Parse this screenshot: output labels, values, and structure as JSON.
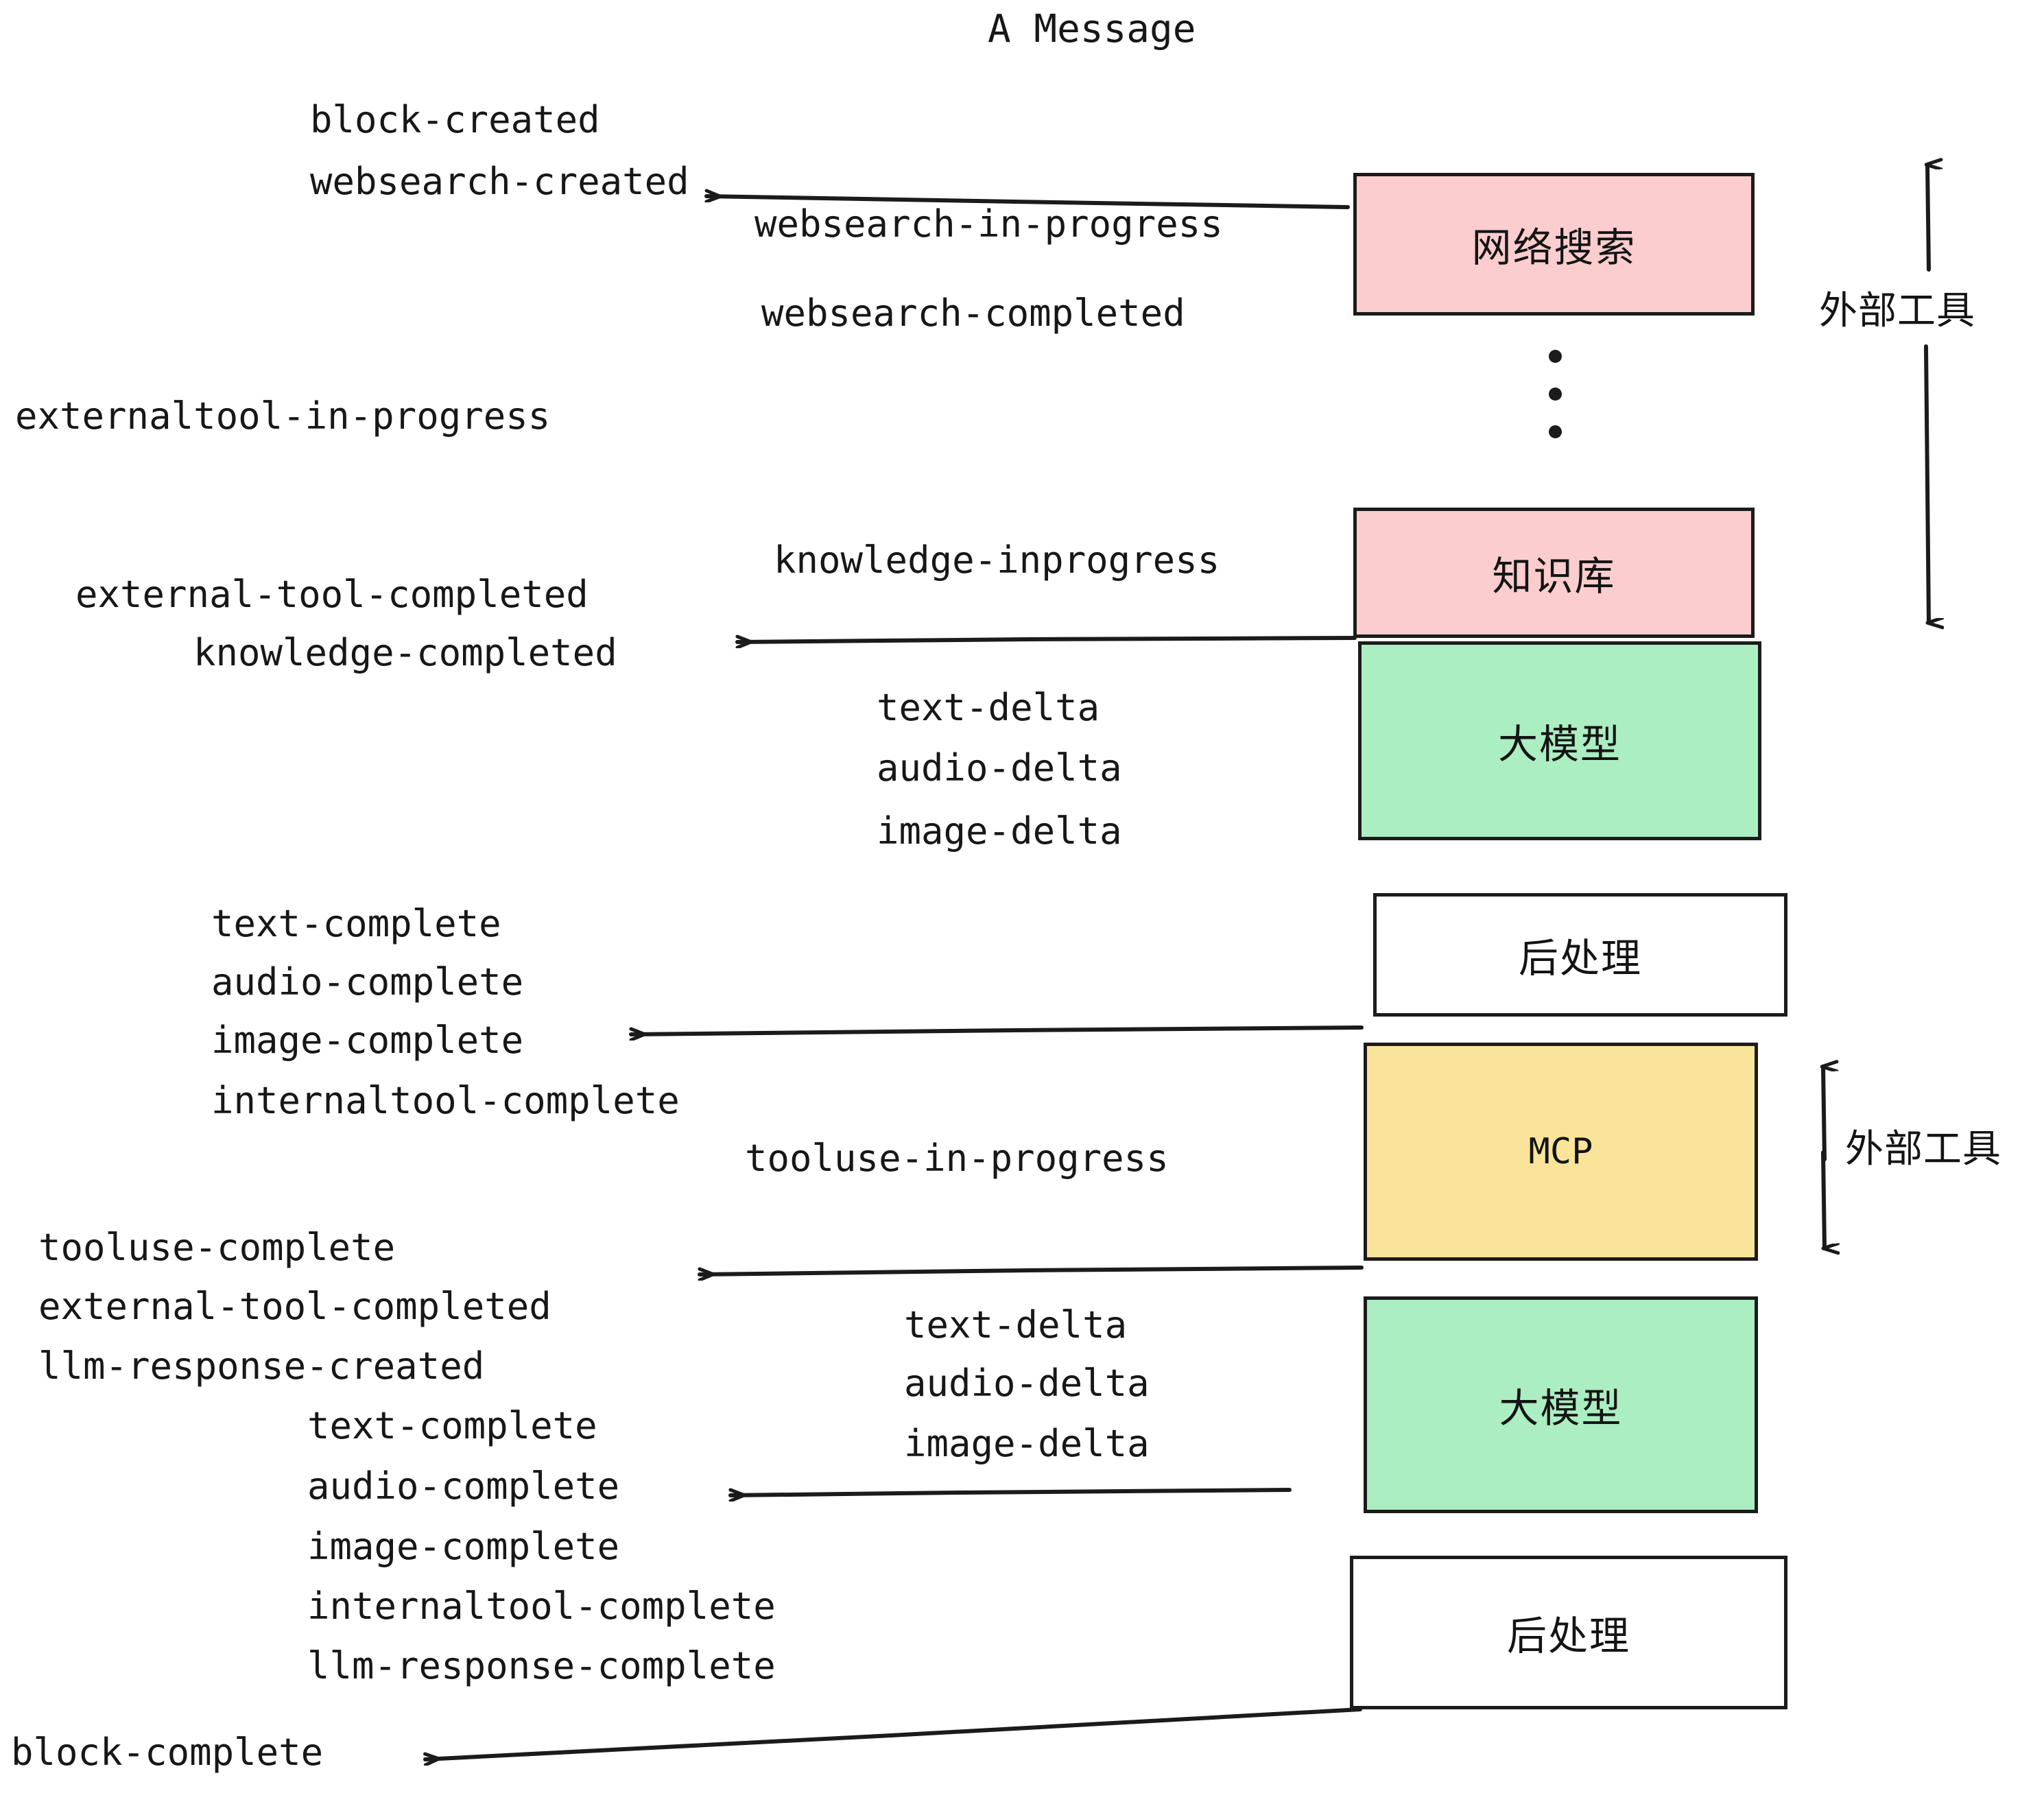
{
  "title": "A Message",
  "colors": {
    "tool_pink": "#fbcdce",
    "llm_green": "#abeec1",
    "mcp_yellow": "#fae49a",
    "postprocess_white": "#ffffff",
    "stroke": "#1b1b1b",
    "text": "#171717"
  },
  "nodes": [
    {
      "id": "websearch",
      "label": "网络搜索",
      "color": "tool_pink"
    },
    {
      "id": "knowledge",
      "label": "知识库",
      "color": "tool_pink"
    },
    {
      "id": "llm1",
      "label": "大模型",
      "color": "llm_green"
    },
    {
      "id": "postprocess1",
      "label": "后处理",
      "color": "postprocess_white"
    },
    {
      "id": "mcp",
      "label": "MCP",
      "color": "mcp_yellow"
    },
    {
      "id": "llm2",
      "label": "大模型",
      "color": "llm_green"
    },
    {
      "id": "postprocess2",
      "label": "后处理",
      "color": "postprocess_white"
    }
  ],
  "group_labels": {
    "external_tools_top": "外部工具",
    "external_tools_bottom": "外部工具"
  },
  "ellipsis": "⋮",
  "events": {
    "block_created": "block-created",
    "websearch_created": "websearch-created",
    "websearch_in_progress": "websearch-in-progress",
    "websearch_completed": "websearch-completed",
    "externaltool_in_progress": "externaltool-in-progress",
    "knowledge_inprogress": "knowledge-inprogress",
    "external_tool_completed_1": "external-tool-completed",
    "knowledge_completed": "knowledge-completed",
    "text_delta_1": "text-delta",
    "audio_delta_1": "audio-delta",
    "image_delta_1": "image-delta",
    "text_complete_1": "text-complete",
    "audio_complete_1": "audio-complete",
    "image_complete_1": "image-complete",
    "internaltool_complete_1": "internaltool-complete",
    "tooluse_in_progress": "tooluse-in-progress",
    "tooluse_complete": "tooluse-complete",
    "external_tool_completed_2": "external-tool-completed",
    "llm_response_created": "llm-response-created",
    "text_delta_2": "text-delta",
    "audio_delta_2": "audio-delta",
    "image_delta_2": "image-delta",
    "text_complete_2": "text-complete",
    "audio_complete_2": "audio-complete",
    "image_complete_2": "image-complete",
    "internaltool_complete_2": "internaltool-complete",
    "llm_response_complete": "llm-response-complete",
    "block_complete": "block-complete"
  }
}
